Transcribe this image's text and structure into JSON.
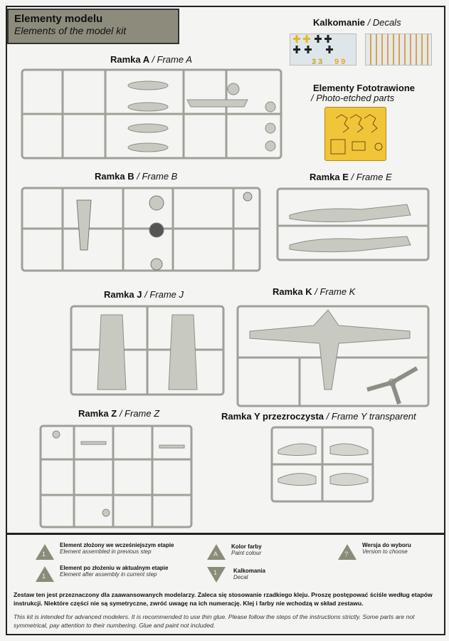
{
  "header": {
    "title_pl": "Elementy modelu",
    "title_en": "Elements of the model kit"
  },
  "decals": {
    "title_pl": "Kalkomanie",
    "title_en": "/ Decals"
  },
  "photoetch": {
    "title_pl": "Elementy Fototrawione",
    "title_en": "/ Photo-etched parts"
  },
  "frames": [
    {
      "pl": "Ramka A",
      "en": "/ Frame A"
    },
    {
      "pl": "Ramka B",
      "en": "/ Frame B"
    },
    {
      "pl": "Ramka E",
      "en": "/ Frame E"
    },
    {
      "pl": "Ramka J",
      "en": "/ Frame J"
    },
    {
      "pl": "Ramka K",
      "en": "/ Frame K"
    },
    {
      "pl": "Ramka Z",
      "en": "/ Frame Z"
    },
    {
      "pl": "Ramka Y przezroczysta",
      "en": "/ Frame Y transparent"
    }
  ],
  "legend": [
    {
      "symbol": "1",
      "pl": "Element złożony we wcześniejszym etapie",
      "en": "Element assembled in previous step"
    },
    {
      "symbol": "1",
      "pl": "Element po złożeniu w aktualnym etapie",
      "en": "Element after assembly in current step"
    },
    {
      "symbol": "A",
      "pl": "Kolor farby",
      "en": "Paint colour"
    },
    {
      "symbol": "1",
      "pl": "Kalkomania",
      "en": "Decal"
    },
    {
      "symbol": "?",
      "pl": "Wersja do wyboru",
      "en": "Version to choose"
    }
  ],
  "notes": {
    "pl": "Zestaw ten jest przeznaczony dla zaawansowanych modelarzy. Zaleca się stosowanie rzadkiego kleju. Proszę postępować ściśle według etapów instrukcji. Niektóre części nie są symetryczne, zwróć uwagę na ich numerację. Klej i farby nie wchodzą w skład zestawu.",
    "en": "This kit is intended for advanced modelers. It is recommended to use thin glue. Please follow the steps of the instructions strictly. Some parts are not symmetrical, pay attention to their numbering. Glue and paint not included."
  }
}
